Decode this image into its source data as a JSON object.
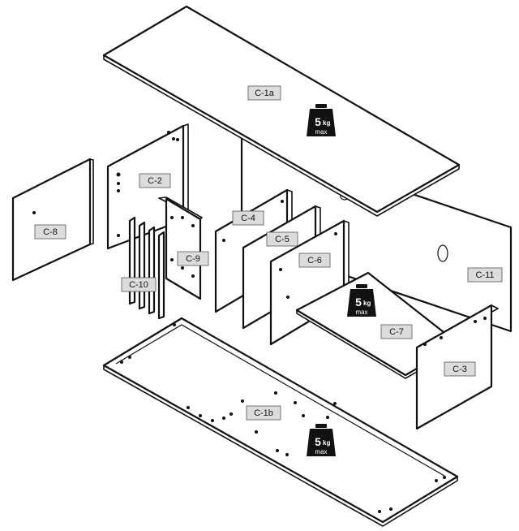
{
  "parts": {
    "c1a": "C-1a",
    "c1b": "C-1b",
    "c2": "C-2",
    "c3": "C-3",
    "c4": "C-4",
    "c5": "C-5",
    "c6": "C-6",
    "c7": "C-7",
    "c8": "C-8",
    "c9": "C-9",
    "c10": "C-10",
    "c11": "C-11"
  },
  "weight_limit": {
    "value": "5",
    "unit": "kg",
    "qualifier": "max"
  }
}
